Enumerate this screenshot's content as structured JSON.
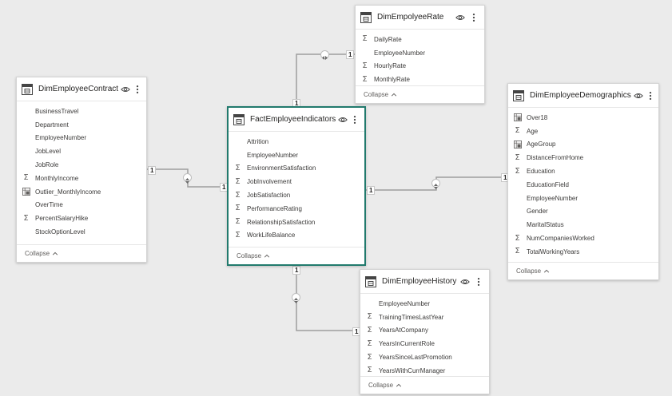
{
  "tables": {
    "rate": {
      "title": "DimEmpolyeeRate",
      "fields": [
        {
          "name": "DailyRate",
          "icon": "sigma-icon"
        },
        {
          "name": "EmployeeNumber",
          "icon": ""
        },
        {
          "name": "HourlyRate",
          "icon": "sigma-icon"
        },
        {
          "name": "MonthlyRate",
          "icon": "sigma-icon"
        }
      ],
      "collapse": "Collapse"
    },
    "contract": {
      "title": "DimEmployeeContract",
      "fields": [
        {
          "name": "BusinessTravel",
          "icon": ""
        },
        {
          "name": "Department",
          "icon": ""
        },
        {
          "name": "EmployeeNumber",
          "icon": ""
        },
        {
          "name": "JobLevel",
          "icon": ""
        },
        {
          "name": "JobRole",
          "icon": ""
        },
        {
          "name": "MonthlyIncome",
          "icon": "sigma-icon"
        },
        {
          "name": "Outlier_MonthlyIncome",
          "icon": "calculated-column-icon"
        },
        {
          "name": "OverTime",
          "icon": ""
        },
        {
          "name": "PercentSalaryHike",
          "icon": "sigma-icon"
        },
        {
          "name": "StockOptionLevel",
          "icon": ""
        }
      ],
      "collapse": "Collapse"
    },
    "fact": {
      "title": "FactEmployeeIndicators",
      "fields": [
        {
          "name": "Attrition",
          "icon": ""
        },
        {
          "name": "EmployeeNumber",
          "icon": ""
        },
        {
          "name": "EnvironmentSatisfaction",
          "icon": "sigma-icon"
        },
        {
          "name": "JobInvolvement",
          "icon": "sigma-icon"
        },
        {
          "name": "JobSatisfaction",
          "icon": "sigma-icon"
        },
        {
          "name": "PerformanceRating",
          "icon": "sigma-icon"
        },
        {
          "name": "RelationshipSatisfaction",
          "icon": "sigma-icon"
        },
        {
          "name": "WorkLifeBalance",
          "icon": "sigma-icon"
        }
      ],
      "collapse": "Collapse"
    },
    "demographics": {
      "title": "DimEmployeeDemographics",
      "fields": [
        {
          "name": "Over18",
          "icon": "calculated-column-icon"
        },
        {
          "name": "Age",
          "icon": "sigma-icon"
        },
        {
          "name": "AgeGroup",
          "icon": "calculated-column-icon"
        },
        {
          "name": "DistanceFromHome",
          "icon": "sigma-icon"
        },
        {
          "name": "Education",
          "icon": "sigma-icon"
        },
        {
          "name": "EducationField",
          "icon": ""
        },
        {
          "name": "EmployeeNumber",
          "icon": ""
        },
        {
          "name": "Gender",
          "icon": ""
        },
        {
          "name": "MaritalStatus",
          "icon": ""
        },
        {
          "name": "NumCompaniesWorked",
          "icon": "sigma-icon"
        },
        {
          "name": "TotalWorkingYears",
          "icon": "sigma-icon"
        }
      ],
      "collapse": "Collapse"
    },
    "history": {
      "title": "DimEmployeeHistory",
      "fields": [
        {
          "name": "EmployeeNumber",
          "icon": ""
        },
        {
          "name": "TrainingTimesLastYear",
          "icon": "sigma-icon"
        },
        {
          "name": "YearsAtCompany",
          "icon": "sigma-icon"
        },
        {
          "name": "YearsInCurrentRole",
          "icon": "sigma-icon"
        },
        {
          "name": "YearsSinceLastPromotion",
          "icon": "sigma-icon"
        },
        {
          "name": "YearsWithCurrManager",
          "icon": "sigma-icon"
        }
      ],
      "collapse": "Collapse"
    }
  },
  "relationships": {
    "rate": {
      "one_label": "1",
      "many_label": "1"
    },
    "contract": {
      "one_label": "1",
      "many_label": "1"
    },
    "demographics": {
      "one_label": "1",
      "many_label": "1"
    },
    "history": {
      "one_label": "1",
      "many_label": "1"
    }
  },
  "colors": {
    "canvas": "#ebebeb",
    "selected_border": "#217a6d",
    "line": "#9e9e9e"
  }
}
